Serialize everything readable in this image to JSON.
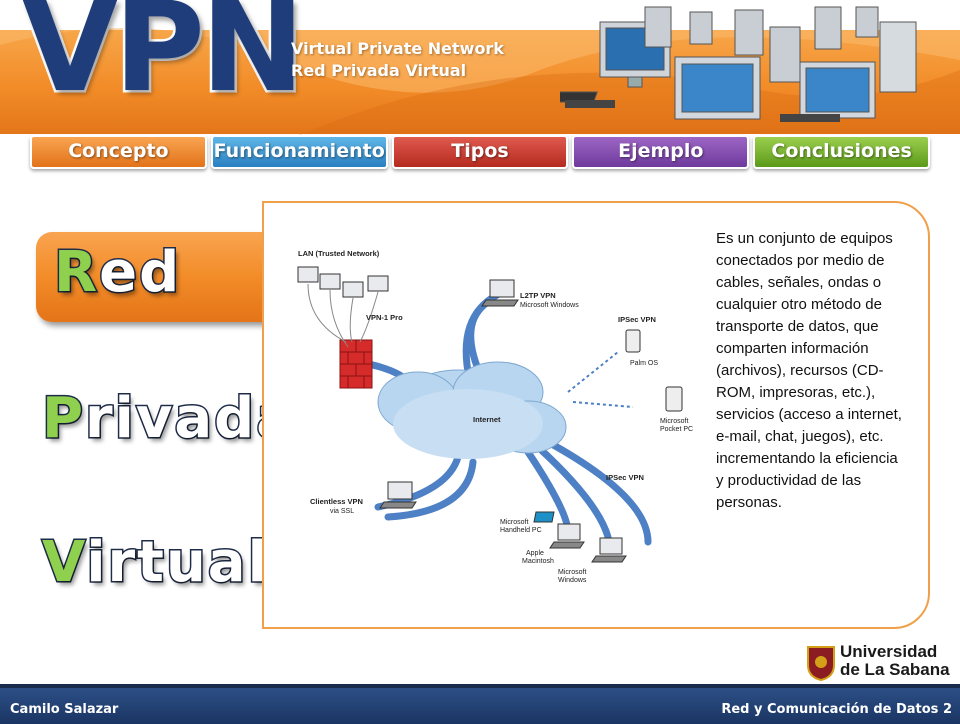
{
  "header": {
    "logo": "VPN",
    "subtitle_line1": "Virtual Private Network",
    "subtitle_line2": "Red Privada Virtual"
  },
  "nav": {
    "tabs": [
      {
        "label": "Concepto"
      },
      {
        "label": "Funcionamiento"
      },
      {
        "label": "Tipos"
      },
      {
        "label": "Ejemplo"
      },
      {
        "label": "Conclusiones"
      }
    ]
  },
  "words": {
    "red_first": "R",
    "red_rest": "ed",
    "privada_first": "P",
    "privada_rest": "rivada",
    "virtual_first": "V",
    "virtual_rest": "irtual"
  },
  "diagram": {
    "lan": "LAN (Trusted Network)",
    "vpn1": "VPN-1 Pro",
    "l2tp": "L2TP VPN",
    "l2tp_sub": "Microsoft Windows",
    "ipsec_top": "IPSec VPN",
    "palm": "Palm OS",
    "pocket1": "Microsoft",
    "pocket2": "Pocket PC",
    "internet": "Internet",
    "ipsec_bottom": "IPSec VPN",
    "clientless": "Clientless VPN",
    "clientless_sub": "via SSL",
    "handheld1": "Microsoft",
    "handheld2": "Handheld PC",
    "apple1": "Apple",
    "apple2": "Macintosh",
    "mswin1": "Microsoft",
    "mswin2": "Windows"
  },
  "description": "Es un conjunto de equipos conectados por medio de cables, señales, ondas o cualquier otro método de transporte de datos, que comparten información (archivos), recursos (CD-ROM, impresoras, etc.), servicios (acceso a internet, e-mail, chat, juegos), etc. incrementando la eficiencia y productividad de las personas.",
  "university": {
    "line1": "Universidad",
    "line2": "de La Sabana"
  },
  "footer": {
    "author": "Camilo Salazar",
    "course": "Red y Comunicación de Datos 2"
  },
  "colors": {
    "orange": "#f28c28",
    "navy": "#1f3d7a",
    "green": "#8fd14f",
    "tab_blue": "#2a7fc2",
    "tab_red": "#b52a20",
    "tab_purple": "#6e3a9c",
    "tab_green": "#5c9a1a"
  }
}
